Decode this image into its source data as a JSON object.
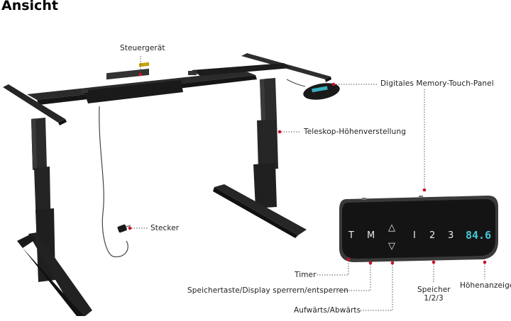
{
  "page": {
    "title": "Ansicht"
  },
  "callouts": {
    "steuergeraet": "Steuergerät",
    "memory_panel": "Digitales Memory-Touch-Panel",
    "teleskop": "Teleskop-Höhenverstellung",
    "stecker": "Stecker",
    "timer": "Timer",
    "speichertaste": "Speichertaste/Display sperrern/entsperren",
    "aufwaerts": "Aufwärts/Abwärts",
    "speicher_line1": "Speicher",
    "speicher_line2": "1/2/3",
    "hoehenanzeige": "Höhenanzeige"
  },
  "control_panel": {
    "button_t": "T",
    "button_m": "M",
    "button_up": "△",
    "button_down": "▽",
    "button_1": "I",
    "button_2": "2",
    "button_3": "3",
    "height_display": "84.6"
  },
  "colors": {
    "accent_dot": "#c8102e",
    "frame": "#1e1e1e",
    "panel_body": "#141414",
    "display_text": "#45c9d6"
  }
}
